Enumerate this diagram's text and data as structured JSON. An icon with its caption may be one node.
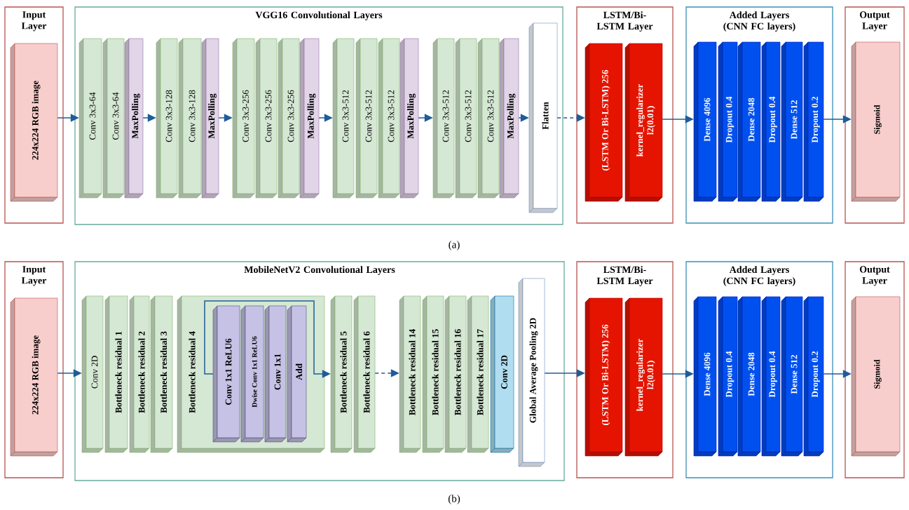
{
  "diagram": {
    "nodes": [
      {
        "text": [
          "Input Layer"
        ]
      },
      {
        "text": [
          "224x224 RGB image"
        ],
        "in": 0
      },
      {
        "text": [
          "VGG16 Convolutional Layers"
        ]
      },
      {
        "text": [
          "Conv 3x3-64"
        ],
        "in": 2
      },
      {
        "text": [
          "Conv 3x3-64"
        ],
        "in": 2
      },
      {
        "text": [
          "MaxPolling"
        ],
        "in": 2
      },
      {
        "text": [
          "Conv 3x3-128"
        ],
        "in": 2
      },
      {
        "text": [
          "Conv 3x3-128"
        ],
        "in": 2
      },
      {
        "text": [
          "MaxPolling"
        ],
        "in": 2
      },
      {
        "text": [
          "Conv 3x3-256"
        ],
        "in": 2
      },
      {
        "text": [
          "Conv 3x3-256"
        ],
        "in": 2
      },
      {
        "text": [
          "Conv 3x3-256"
        ],
        "in": 2
      },
      {
        "text": [
          "MaxPolling"
        ],
        "in": 2
      },
      {
        "text": [
          "Conv 3x3-512"
        ],
        "in": 2
      },
      {
        "text": [
          "Conv 3x3-512"
        ],
        "in": 2
      },
      {
        "text": [
          "Conv 3x3-512"
        ],
        "in": 2
      },
      {
        "text": [
          "MaxPolling"
        ],
        "in": 2
      },
      {
        "text": [
          "Conv 3x3-512"
        ],
        "in": 2
      },
      {
        "text": [
          "Conv 3x3-512"
        ],
        "in": 2
      },
      {
        "text": [
          "Conv 3x3-512"
        ],
        "in": 2
      },
      {
        "text": [
          "MaxPolling"
        ],
        "in": 2
      },
      {
        "text": [
          "Flatten"
        ],
        "in": 2
      },
      {
        "text": [
          "LSTM/Bi-LSTM Layer"
        ]
      },
      {
        "text": [
          "(LSTM Or Bi-LSTM) 256"
        ],
        "in": 22
      },
      {
        "text": [
          "kernel_regularizer l2(0.01)"
        ],
        "in": 22
      },
      {
        "text": [
          "Added Layers (CNN FC layers)"
        ]
      },
      {
        "text": [
          "Dense 4096"
        ],
        "in": 25
      },
      {
        "text": [
          "Dropout 0.4"
        ],
        "in": 25
      },
      {
        "text": [
          "Dense 2048"
        ],
        "in": 25
      },
      {
        "text": [
          "Dropout 0.4"
        ],
        "in": 25
      },
      {
        "text": [
          "Dense 512"
        ],
        "in": 25
      },
      {
        "text": [
          "Dropout 0.2"
        ],
        "in": 25
      },
      {
        "text": [
          "Output Layer"
        ]
      },
      {
        "text": [
          "Sigmoid"
        ],
        "in": 32
      },
      {
        "text": [
          "Input Layer"
        ]
      },
      {
        "text": [
          "224x224 RGB image"
        ],
        "in": 34
      },
      {
        "text": [
          "MobileNetV2 Convolutional Layers"
        ]
      },
      {
        "text": [
          "Conv 2D"
        ],
        "in": 36
      },
      {
        "text": [
          "Bottleneck residual 1"
        ],
        "in": 36
      },
      {
        "text": [
          "Bottleneck residual 2"
        ],
        "in": 36
      },
      {
        "text": [
          "Bottleneck residual 3"
        ],
        "in": 36
      },
      {
        "text": [
          "Bottleneck residual 4"
        ],
        "in": 36
      },
      {
        "text": [
          "Conv 1x1 ReLU6"
        ],
        "in": 41
      },
      {
        "text": [
          "Dwise Conv 1x1 ReLU6"
        ],
        "in": 41
      },
      {
        "text": [
          "Conv 1x1"
        ],
        "in": 41
      },
      {
        "text": [
          "Add"
        ],
        "in": 41
      },
      {
        "text": [
          "Bottleneck residual 5"
        ],
        "in": 36
      },
      {
        "text": [
          "Bottleneck residual 6"
        ],
        "in": 36
      },
      {
        "text": [
          "Bottleneck residual 14"
        ],
        "in": 36
      },
      {
        "text": [
          "Bottleneck residual 15"
        ],
        "in": 36
      },
      {
        "text": [
          "Bottleneck residual 16"
        ],
        "in": 36
      },
      {
        "text": [
          "Bottleneck residual 17"
        ],
        "in": 36
      },
      {
        "text": [
          "Conv 2D"
        ],
        "in": 36
      },
      {
        "text": [
          "Global Average Pooling 2D"
        ],
        "in": 36
      },
      {
        "text": [
          "LSTM/Bi-LSTM Layer"
        ]
      },
      {
        "text": [
          "(LSTM Or Bi-LSTM) 256"
        ],
        "in": 54
      },
      {
        "text": [
          "kernel_regularizer l2(0.01)"
        ],
        "in": 54
      },
      {
        "text": [
          "Added Layers (CNN FC layers)"
        ]
      },
      {
        "text": [
          "Dense 4096"
        ],
        "in": 57
      },
      {
        "text": [
          "Dropout 0.4"
        ],
        "in": 57
      },
      {
        "text": [
          "Dense 2048"
        ],
        "in": 57
      },
      {
        "text": [
          "Dropout 0.4"
        ],
        "in": 57
      },
      {
        "text": [
          "Dense 512"
        ],
        "in": 57
      },
      {
        "text": [
          "Dropout 0.2"
        ],
        "in": 57
      },
      {
        "text": [
          "Output Layer"
        ]
      },
      {
        "text": [
          "Sigmoid"
        ],
        "in": 64
      }
    ],
    "edges": [
      {
        "from": 1,
        "to": 3,
        "arrow": "to"
      },
      {
        "from": 5,
        "to": 6,
        "arrow": "to"
      },
      {
        "from": 8,
        "to": 9,
        "arrow": "to"
      },
      {
        "from": 12,
        "to": 13,
        "arrow": "to"
      },
      {
        "from": 16,
        "to": 17,
        "arrow": "to"
      },
      {
        "from": 20,
        "to": 21,
        "arrow": "to"
      },
      {
        "from": 21,
        "to": 23,
        "arrow": "to",
        "style": "dashed"
      },
      {
        "from": 24,
        "to": 26,
        "arrow": "to"
      },
      {
        "from": 31,
        "to": 33,
        "arrow": "to"
      },
      {
        "from": 35,
        "to": 37,
        "arrow": "to"
      },
      {
        "from": 42,
        "to": 46,
        "arrow": "to"
      },
      {
        "from": 47,
        "to": 48,
        "arrow": "to",
        "style": "dashed"
      },
      {
        "from": 53,
        "to": 55,
        "arrow": "to"
      },
      {
        "from": 56,
        "to": 58,
        "arrow": "to"
      },
      {
        "from": 63,
        "to": 65,
        "arrow": "to"
      }
    ],
    "labels": [
      "(a)",
      "(b)"
    ]
  }
}
